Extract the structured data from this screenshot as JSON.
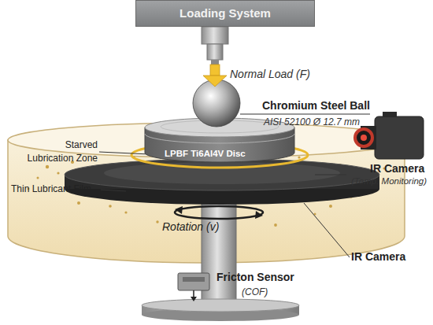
{
  "diagram": {
    "nodes": [
      {
        "text": [
          "Loading System"
        ]
      },
      {
        "text": [
          "LPBF Ti6Al4V Disc"
        ]
      }
    ],
    "labels": [
      "Normal Load (F)",
      "Chromium Steel Ball",
      "AISI 52100 Ø 12.7 mm",
      "Starved Lubrication Zone",
      "Thin Lubricant Film",
      "IR Camera",
      "(Temp. Monitoring)",
      "Rotation (v)",
      "IR Camera",
      "Fricton Sensor",
      "(COF)"
    ]
  }
}
